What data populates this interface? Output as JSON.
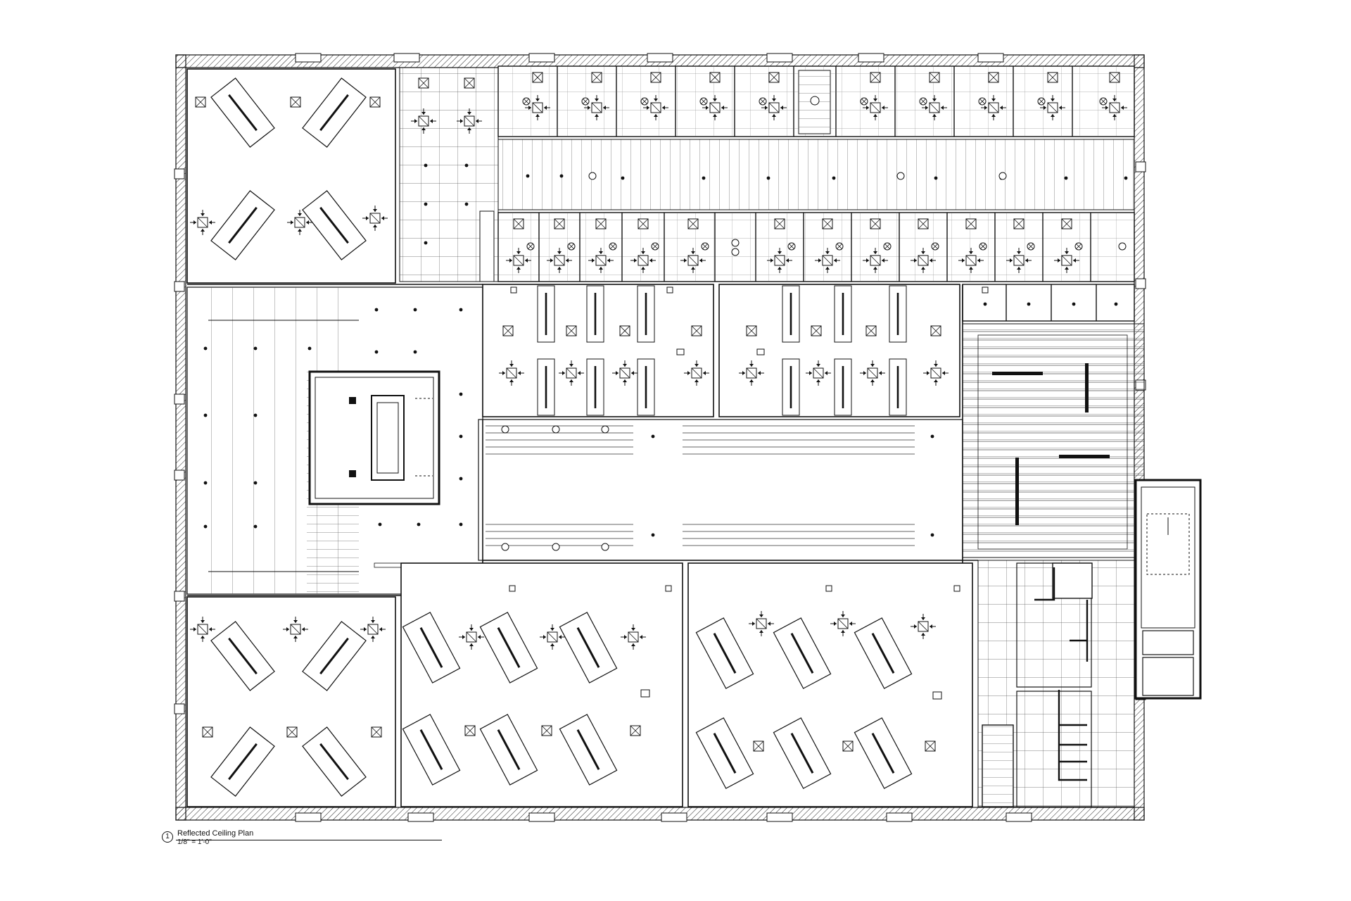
{
  "drawing": {
    "sheet_ref": "1",
    "title": "Reflected Ceiling Plan",
    "scale": "1/8\" = 1'-0\""
  },
  "fixture_symbols": [
    "x-box-diffuser-icon",
    "four-way-supply-diffuser-icon",
    "linear-pendant-light-icon",
    "rotated-panel-light-icon",
    "downlight-icon",
    "sprinkler-icon"
  ],
  "colors": {
    "line": "#111111",
    "hatch": "#222222",
    "paper": "#ffffff"
  }
}
